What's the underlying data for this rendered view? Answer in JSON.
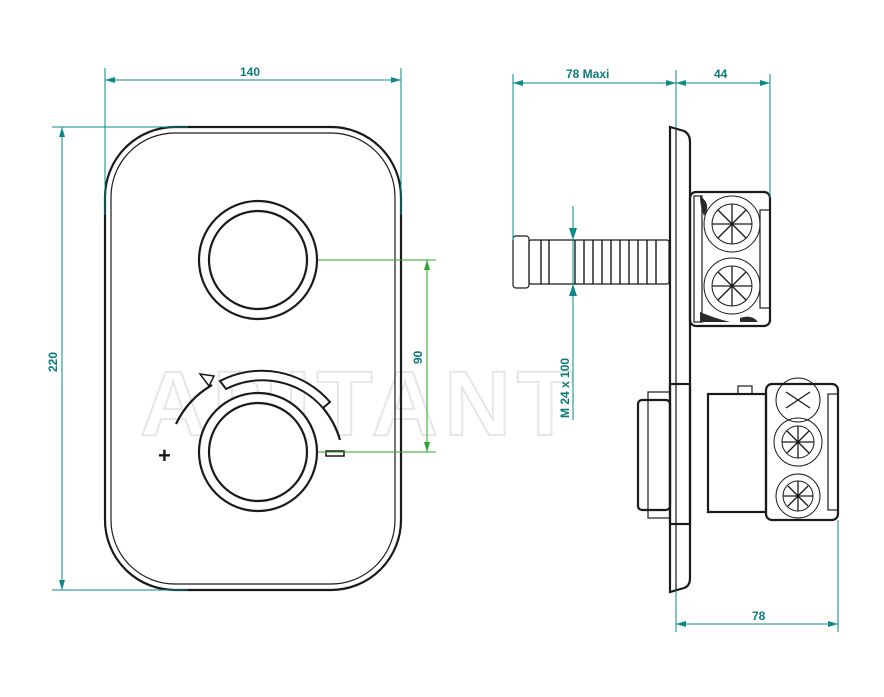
{
  "watermark": "ABITANT",
  "dimensions": {
    "plate_width": "140",
    "plate_height": "220",
    "knob_spacing": "90",
    "depth_max": "78 Maxi",
    "front_depth": "44",
    "thread": "M 24 x 100",
    "bottom_depth": "78"
  },
  "symbols": {
    "plus": "+",
    "minus": "−"
  },
  "colors": {
    "outline": "#1a1a1a",
    "dimension": "#0b8a8a",
    "dimension_green": "#2aa52a",
    "dimension_text": "#0b7a7a"
  }
}
